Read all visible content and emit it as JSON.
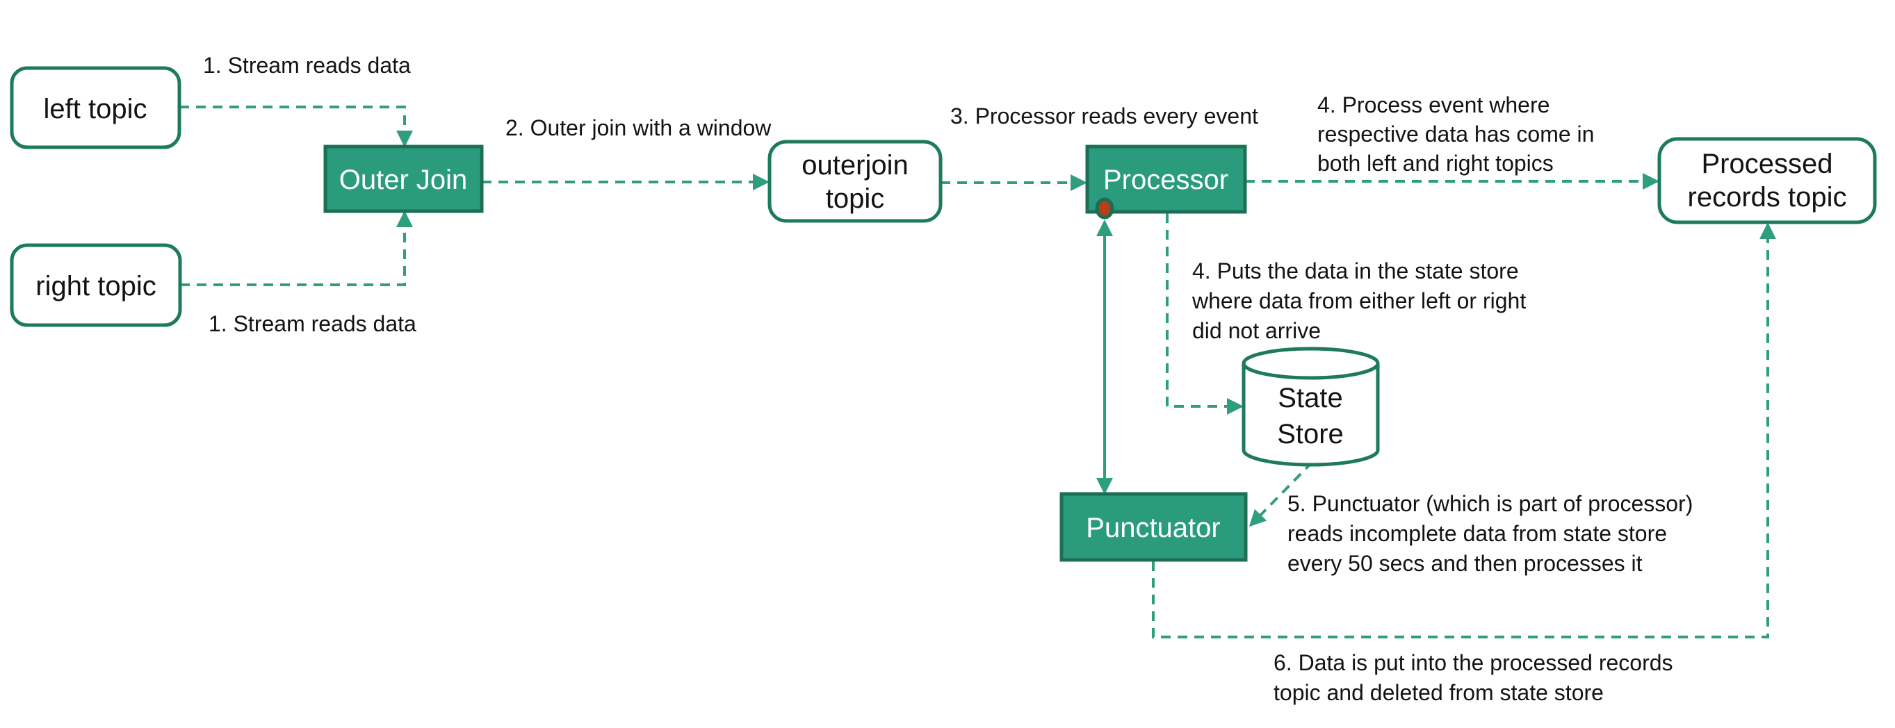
{
  "title": "Kafka streams outer join processing flow diagram",
  "nodes": {
    "left_topic": {
      "label": "left topic"
    },
    "right_topic": {
      "label": "right topic"
    },
    "outer_join": {
      "label": "Outer Join"
    },
    "outerjoin_topic": {
      "lines": [
        "outerjoin",
        "topic"
      ]
    },
    "processor": {
      "label": "Processor"
    },
    "processed_records_topic": {
      "lines": [
        "Processed",
        "records topic"
      ]
    },
    "state_store": {
      "lines": [
        "State",
        "Store"
      ]
    },
    "punctuator": {
      "label": "Punctuator"
    }
  },
  "annotations": {
    "step1_top": {
      "lines": [
        "1. Stream reads data"
      ]
    },
    "step1_bottom": {
      "lines": [
        "1. Stream reads data"
      ]
    },
    "step2": {
      "lines": [
        "2. Outer join with a window"
      ]
    },
    "step3": {
      "lines": [
        "3. Processor reads every event"
      ]
    },
    "step4_right": {
      "lines": [
        "4. Process event where",
        "respective data has come in",
        "both left and right topics"
      ]
    },
    "step4_store": {
      "lines": [
        "4. Puts the data in the state store",
        "where data from either left or right",
        "did not arrive"
      ]
    },
    "step5": {
      "lines": [
        "5. Punctuator (which is part of processor)",
        "reads incomplete data from state store",
        "every 50 secs and then processes it"
      ]
    },
    "step6": {
      "lines": [
        "6. Data is put into the processed records",
        "topic and deleted from state store"
      ]
    }
  },
  "colors": {
    "node_fill_green": "#2a9c7d",
    "node_border_green": "#1c6f55",
    "outline_box_border": "#1e7a5f",
    "connector_green": "#2f9e7f",
    "text_black": "#131313",
    "text_white": "#ffffff",
    "dot_red": "#b34018",
    "dot_ring": "#1c6b52",
    "background": "#ffffff"
  }
}
